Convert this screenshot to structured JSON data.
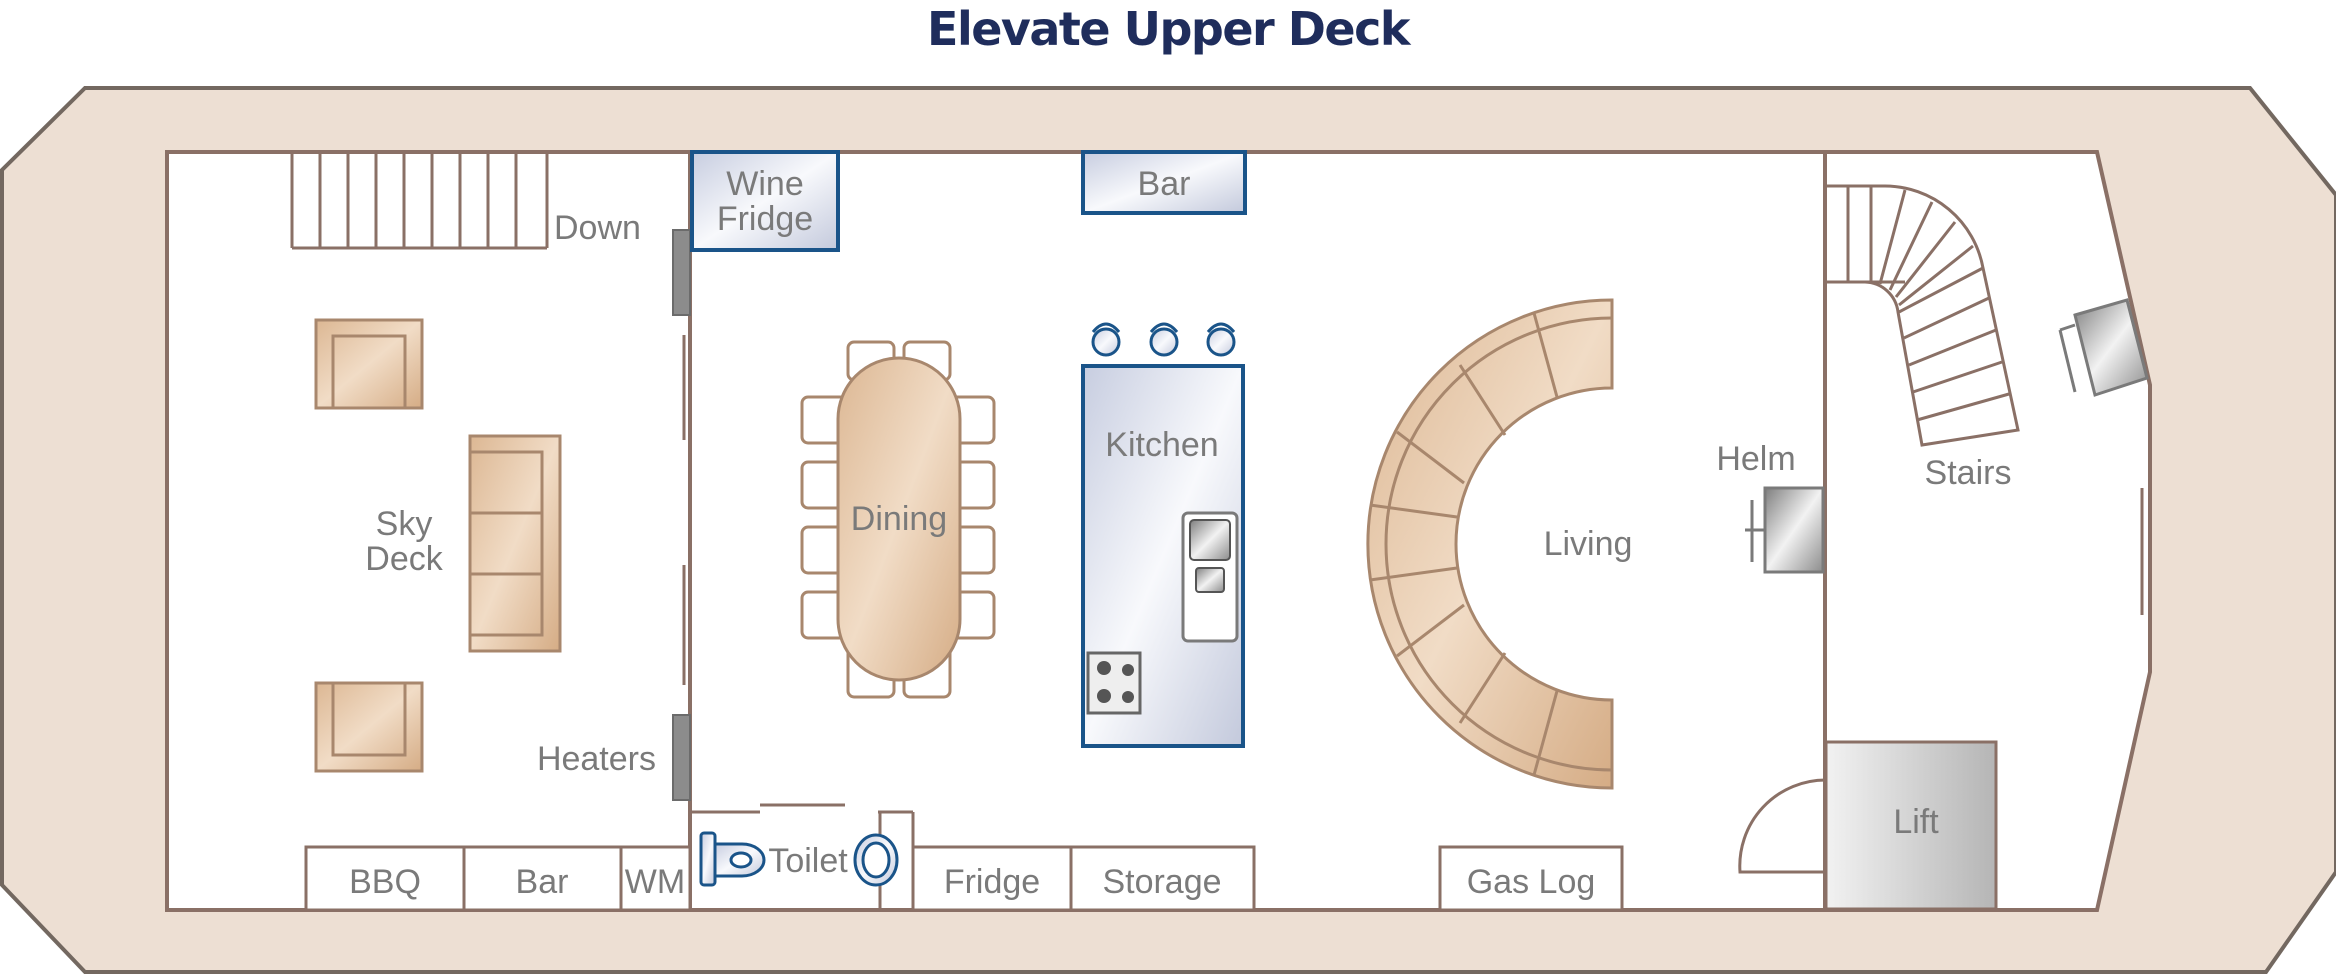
{
  "title": "Elevate Upper Deck",
  "colors": {
    "title": "#1f2d5c",
    "hull": "#eddfd3",
    "wall": "#8a7066",
    "furniture": "#e5c7a7",
    "appliance_border": "#1a5489",
    "label": "#7a7a7a"
  },
  "labels": {
    "down": "Down",
    "wine_fridge_line1": "Wine",
    "wine_fridge_line2": "Fridge",
    "bar_top": "Bar",
    "kitchen": "Kitchen",
    "dining": "Dining",
    "sky_deck_line1": "Sky",
    "sky_deck_line2": "Deck",
    "heaters": "Heaters",
    "living": "Living",
    "helm": "Helm",
    "stairs": "Stairs",
    "lift": "Lift",
    "bbq": "BBQ",
    "bar_bottom": "Bar",
    "wm": "WM",
    "toilet": "Toilet",
    "fridge": "Fridge",
    "storage": "Storage",
    "gas_log": "Gas Log"
  }
}
